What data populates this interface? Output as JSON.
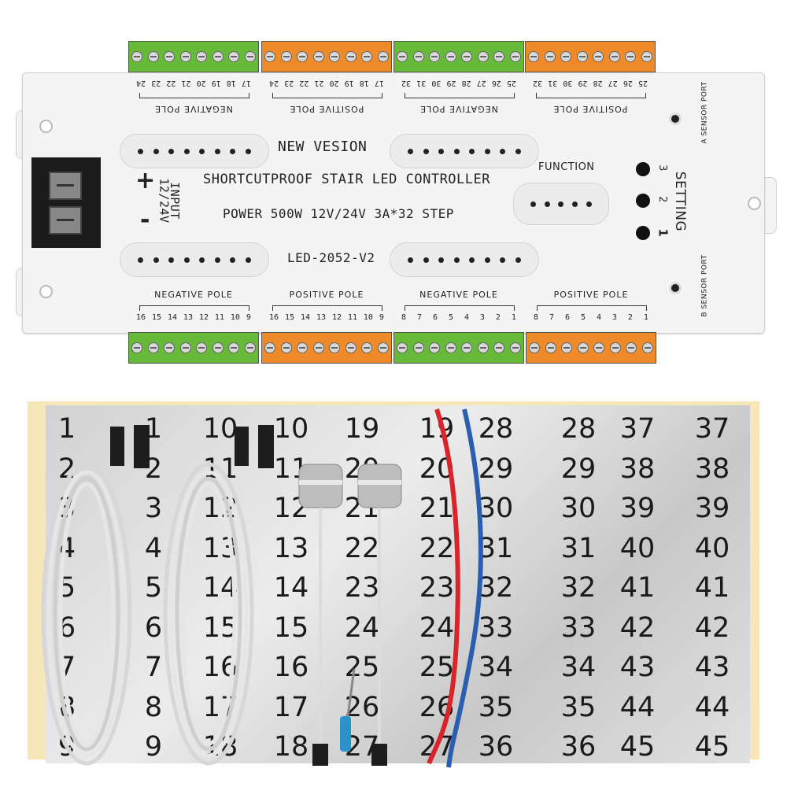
{
  "controller": {
    "headline": "NEW VESION",
    "title": "SHORTCUTPROOF STAIR LED CONTROLLER",
    "power": "POWER 500W 12V/24V 3A*32 STEP",
    "model": "LED-2052-V2",
    "function_label": "FUNCTION",
    "setting_label": "SETTING",
    "input_label": "INPUT",
    "input_voltage": "12/24V",
    "plus_sign": "+",
    "minus_sign": "-",
    "a_sensor_port": "A SENSOR PORT",
    "b_sensor_port": "B SENSOR PORT",
    "setting_buttons": [
      "3",
      "2",
      "1"
    ],
    "top_terminals": [
      {
        "label": "NEGATIVE POLE",
        "color": "green",
        "numbers": [
          "17",
          "18",
          "19",
          "20",
          "21",
          "22",
          "23",
          "24"
        ]
      },
      {
        "label": "POSITIVE POLE",
        "color": "orange",
        "numbers": [
          "17",
          "18",
          "19",
          "20",
          "21",
          "22",
          "23",
          "24"
        ]
      },
      {
        "label": "NEGATIVE POLE",
        "color": "green",
        "numbers": [
          "25",
          "26",
          "27",
          "28",
          "29",
          "30",
          "31",
          "32"
        ]
      },
      {
        "label": "POSITIVE POLE",
        "color": "orange",
        "numbers": [
          "25",
          "26",
          "27",
          "28",
          "29",
          "30",
          "31",
          "32"
        ]
      }
    ],
    "bottom_terminals": [
      {
        "label": "NEGATIVE POLE",
        "color": "green",
        "numbers": [
          "16",
          "15",
          "14",
          "13",
          "12",
          "11",
          "10",
          "9"
        ]
      },
      {
        "label": "POSITIVE POLE",
        "color": "orange",
        "numbers": [
          "16",
          "15",
          "14",
          "13",
          "12",
          "11",
          "10",
          "9"
        ]
      },
      {
        "label": "NEGATIVE POLE",
        "color": "green",
        "numbers": [
          "8",
          "7",
          "6",
          "5",
          "4",
          "3",
          "2",
          "1"
        ]
      },
      {
        "label": "POSITIVE POLE",
        "color": "orange",
        "numbers": [
          "8",
          "7",
          "6",
          "5",
          "4",
          "3",
          "2",
          "1"
        ]
      }
    ]
  },
  "colors": {
    "terminal_green": "#67b93a",
    "terminal_orange": "#ee8a2a",
    "wire_red": "#d8242a",
    "wire_blue": "#2a5fb0",
    "sticker_backing": "#f6e7b8"
  },
  "sticker_sheet": {
    "columns": [
      [
        "1",
        "2",
        "3",
        "4",
        "5",
        "6",
        "7",
        "8",
        "9"
      ],
      [
        "1",
        "2",
        "3",
        "4",
        "5",
        "6",
        "7",
        "8",
        "9"
      ],
      [
        "10",
        "11",
        "12",
        "13",
        "14",
        "15",
        "16",
        "17",
        "18"
      ],
      [
        "10",
        "11",
        "12",
        "13",
        "14",
        "15",
        "16",
        "17",
        "18"
      ],
      [
        "19",
        "20",
        "21",
        "22",
        "23",
        "24",
        "25",
        "26",
        "27"
      ],
      [
        "19",
        "20",
        "21",
        "22",
        "23",
        "24",
        "25",
        "26",
        "27"
      ],
      [
        "28",
        "29",
        "30",
        "31",
        "32",
        "33",
        "34",
        "35",
        "36"
      ],
      [
        "28",
        "29",
        "30",
        "31",
        "32",
        "33",
        "34",
        "35",
        "36"
      ],
      [
        "37",
        "38",
        "39",
        "40",
        "41",
        "42",
        "43",
        "44",
        "45"
      ],
      [
        "37",
        "38",
        "39",
        "40",
        "41",
        "42",
        "43",
        "44",
        "45"
      ]
    ]
  }
}
